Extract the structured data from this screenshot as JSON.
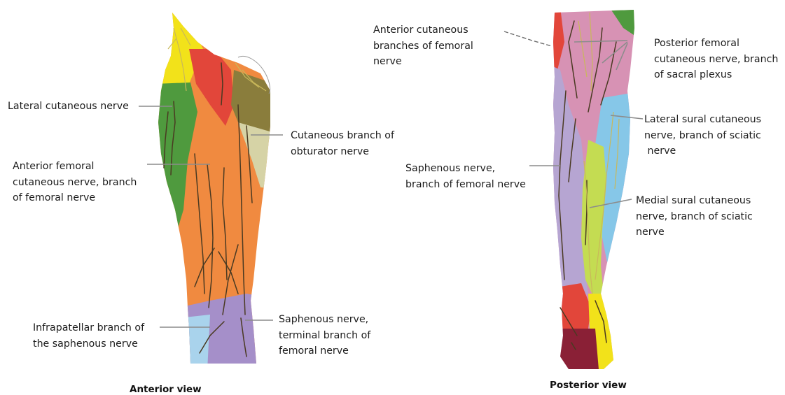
{
  "figure": {
    "anterior": {
      "caption": "Anterior view",
      "labels": {
        "lateral_cutaneous": [
          "Lateral cutaneous nerve"
        ],
        "anterior_femoral": [
          "Anterior femoral",
          "cutaneous nerve, branch",
          "of femoral nerve"
        ],
        "obturator": [
          "Cutaneous branch of",
          "obturator nerve"
        ],
        "infrapatellar": [
          "Infrapatellar branch of",
          "the saphenous nerve"
        ],
        "saphenous_terminal": [
          "Saphenous nerve,",
          "terminal branch of",
          "femoral nerve"
        ]
      }
    },
    "posterior": {
      "caption": "Posterior view",
      "labels": {
        "anterior_cutaneous_branches": [
          "Anterior cutaneous",
          "branches of femoral",
          "nerve"
        ],
        "posterior_femoral": [
          "Posterior femoral",
          "cutaneous nerve, branch",
          "of sacral plexus"
        ],
        "lateral_sural": [
          "Lateral sural cutaneous",
          "nerve, branch of sciatic",
          " nerve"
        ],
        "saphenous": [
          "Saphenous nerve,",
          "branch of femoral nerve"
        ],
        "medial_sural": [
          "Medial sural cutaneous",
          "nerve, branch of sciatic",
          "nerve"
        ]
      }
    },
    "region_colors": {
      "yellow": "#f2e21a",
      "green": "#4f9a3e",
      "red": "#e2463a",
      "olive": "#8a7d3c",
      "pale_olive": "#d6d3a6",
      "orange": "#f08a40",
      "light_blue": "#a9d3ec",
      "purple": "#a58fc9",
      "pink": "#d792b4",
      "lavender": "#b6a5d2",
      "sky_blue": "#86c7e8",
      "lime": "#c4dc52",
      "maroon": "#8a2036"
    }
  }
}
